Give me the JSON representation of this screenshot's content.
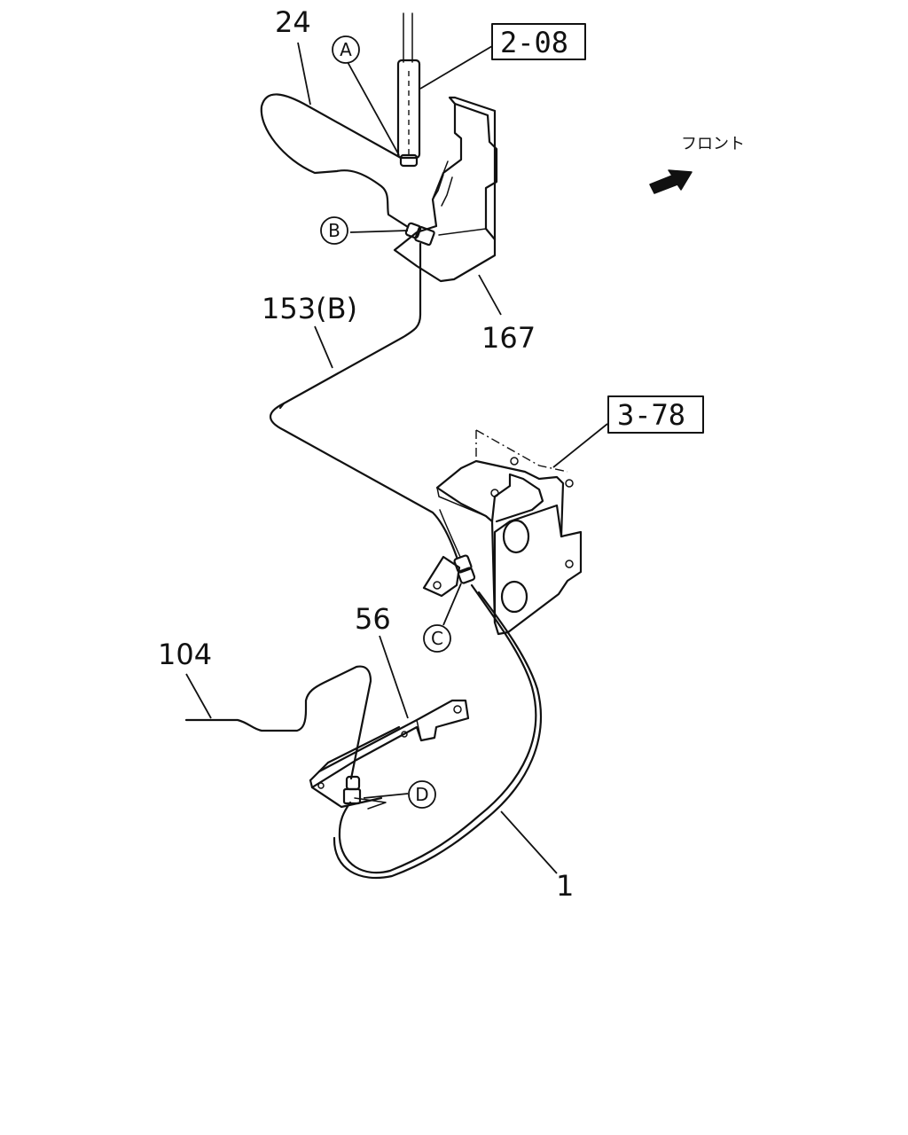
{
  "part_numbers": {
    "p24": "24",
    "p153b": "153(B)",
    "p167": "167",
    "p56": "56",
    "p104": "104",
    "p1": "1"
  },
  "references": {
    "r208": "2-08",
    "r378": "3-78"
  },
  "circle_markers": {
    "a": "A",
    "b": "B",
    "c": "C",
    "d": "D"
  },
  "direction_label": "フロント"
}
